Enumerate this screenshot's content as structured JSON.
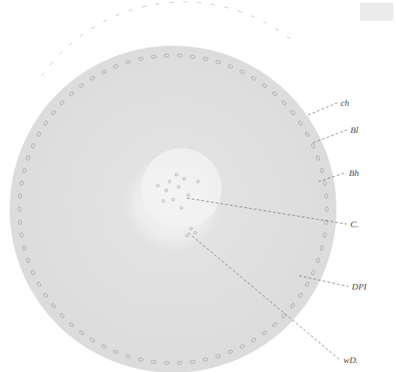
{
  "diagram": {
    "labels": [
      "ch",
      "Bl",
      "Bh",
      "C.",
      "DPI",
      "wD."
    ]
  }
}
